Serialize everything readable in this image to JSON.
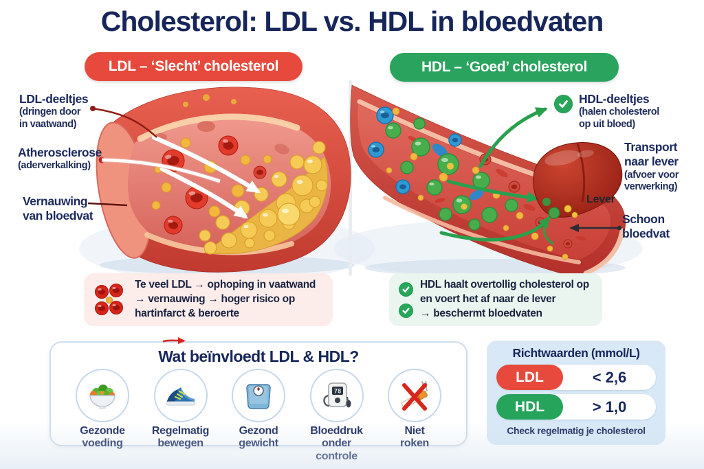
{
  "header": {
    "title": "Cholesterol: LDL vs. HDL in bloedvaten"
  },
  "colors": {
    "navy": "#17265c",
    "ldl_red": "#e74a3c",
    "hdl_green": "#2aa35e",
    "check_green": "#27a65a",
    "ldl_infobox_bg": "#fcecea",
    "hdl_infobox_bg": "#e9f5ee",
    "reference_card_bg": "#d8e8f6",
    "plaque_yellow": "#f5ca55"
  },
  "ldl": {
    "banner": "LDL – ‘Slecht’ cholesterol",
    "label_particles_title": "LDL-deeltjes",
    "label_particles_sub1": "(dringen door",
    "label_particles_sub2": "in vaatwand)",
    "label_athero_title": "Atherosclerose",
    "label_athero_sub": "(aderverkalking)",
    "label_narrow_1": "Vernauwing",
    "label_narrow_2": "van bloedvat",
    "infobox_lines": [
      "Te veel LDL → ophoping in vaatwand",
      "→ vernauwing → hoger risico op",
      "hartinfarct & beroerte"
    ]
  },
  "hdl": {
    "banner": "HDL – ‘Goed’ cholesterol",
    "label_particles_title": "HDL-deeltjes",
    "label_particles_sub1": "(halen cholesterol",
    "label_particles_sub2": "op uit bloed)",
    "label_transport_1": "Transport",
    "label_transport_2": "naar lever",
    "label_transport_sub1": "(afvoer voor",
    "label_transport_sub2": "verwerking)",
    "label_liver": "Lever",
    "label_clean_1": "Schoon",
    "label_clean_2": "bloedvat",
    "infobox_lines": [
      "HDL haalt overtollig cholesterol op",
      "en voert het af naar de lever",
      "→ beschermt bloedvaten"
    ]
  },
  "factors": {
    "title": "Wat beïnvloedt LDL & HDL?",
    "items": [
      {
        "icon": "salad-icon",
        "lines": [
          "Gezonde",
          "voeding"
        ]
      },
      {
        "icon": "sneaker-icon",
        "lines": [
          "Regelmatig",
          "bewegen"
        ]
      },
      {
        "icon": "scale-icon",
        "lines": [
          "Gezond",
          "gewicht"
        ]
      },
      {
        "icon": "bp-monitor-icon",
        "lines": [
          "Bloeddruk",
          "onder controle"
        ],
        "screen_value": "78"
      },
      {
        "icon": "no-smoking-icon",
        "lines": [
          "Niet",
          "roken"
        ]
      }
    ]
  },
  "reference": {
    "title": "Richtwaarden (mmol/L)",
    "rows": [
      {
        "label": "LDL",
        "value": "< 2,6",
        "color": "#e74a3c"
      },
      {
        "label": "HDL",
        "value": "> 1,0",
        "color": "#27a45c"
      }
    ],
    "footer": "Check regelmatig je cholesterol"
  }
}
